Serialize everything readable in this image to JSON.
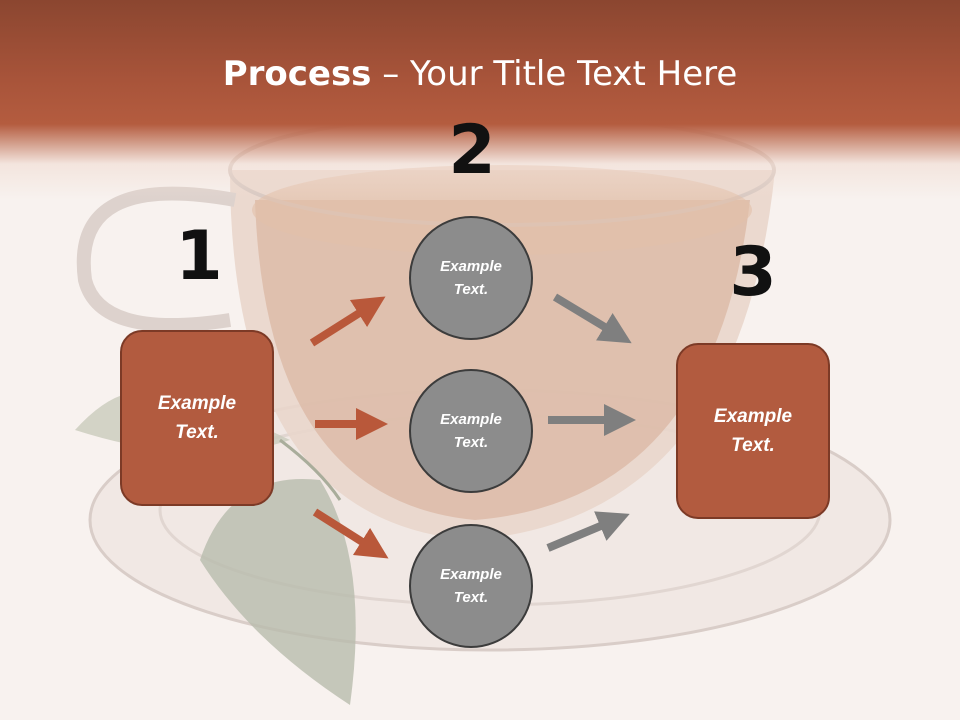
{
  "title": {
    "bold": "Process",
    "rest": " – Your Title Text Here"
  },
  "steps": [
    {
      "number": "1",
      "text": "Example\nText."
    },
    {
      "number": "2",
      "text": "Example\nText."
    },
    {
      "number": "3",
      "text": "Example\nText."
    }
  ],
  "circles": [
    {
      "text": "Example\nText."
    },
    {
      "text": "Example\nText."
    },
    {
      "text": "Example\nText."
    }
  ],
  "colors": {
    "header": "#a8543a",
    "box_fill": "#b25b3f",
    "circle_fill": "#8c8c8c",
    "arrow_orange": "#b9583a",
    "arrow_gray": "#7f7f7f"
  }
}
